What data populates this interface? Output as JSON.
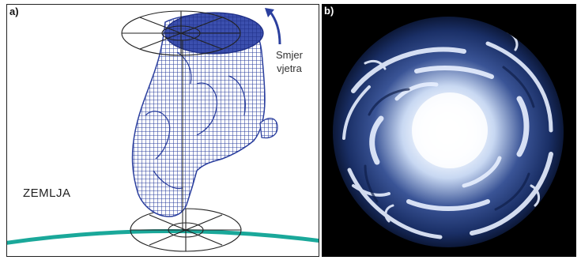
{
  "panel_a": {
    "label": "a)",
    "earth_label": "ZEMLJA",
    "wind_label_line1": "Smjer",
    "wind_label_line2": "vjetra",
    "colors": {
      "mesh": "#2b3f9e",
      "earth_surface": "#1aa89a",
      "outline": "#222222"
    }
  },
  "panel_b": {
    "label": "b)",
    "colors": {
      "background": "#000000",
      "disk": "#1a2f66",
      "swirl": "#e8f0ff"
    }
  }
}
